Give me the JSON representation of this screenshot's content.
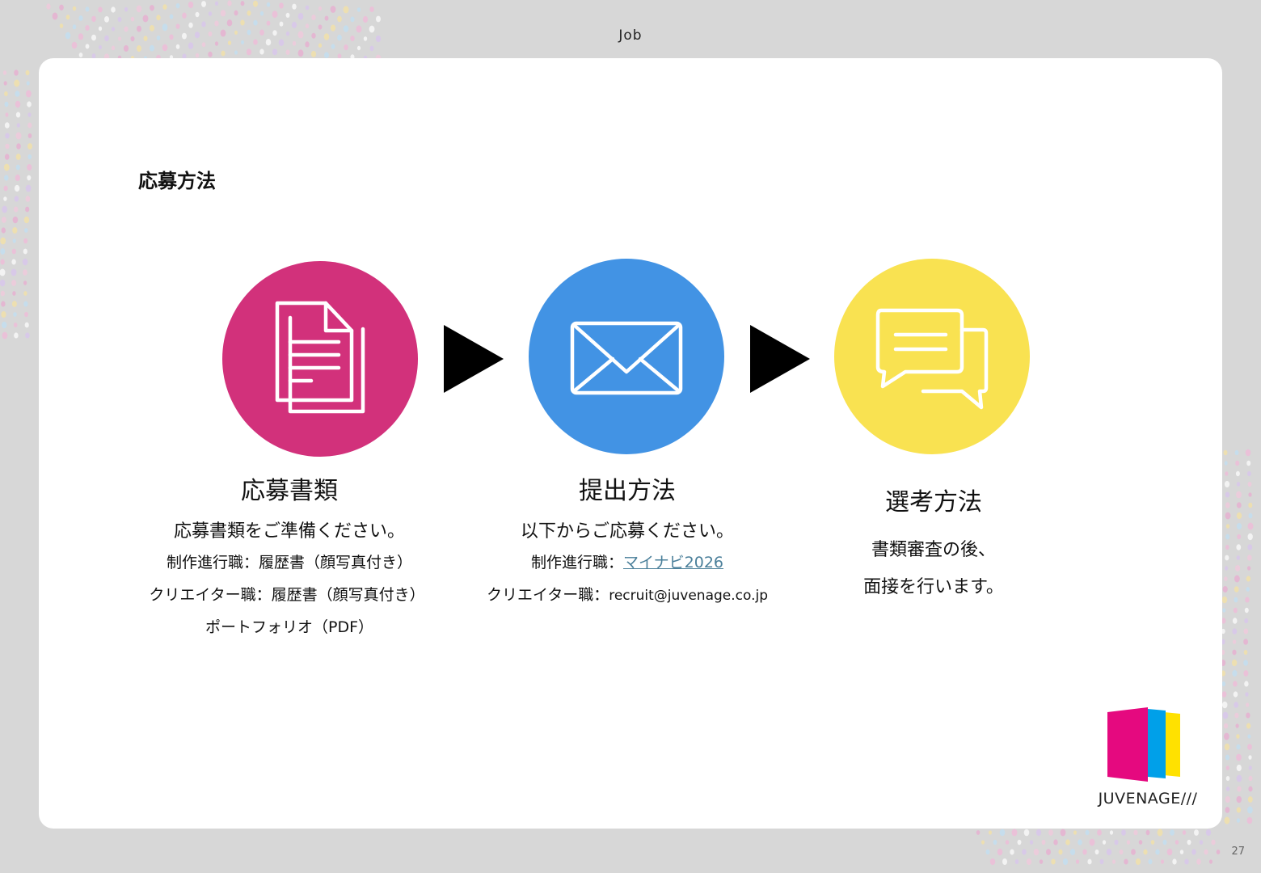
{
  "header": {
    "label": "Job"
  },
  "section": {
    "title": "応募方法"
  },
  "steps": [
    {
      "icon": "document-icon",
      "color": "#d2317b",
      "title": "応募書類",
      "lead": "応募書類をご準備ください。",
      "lines": [
        "制作進行職：履歴書（顔写真付き）",
        "クリエイター職：履歴書（顔写真付き）",
        "ポートフォリオ（PDF）"
      ]
    },
    {
      "icon": "envelope-icon",
      "color": "#4293e4",
      "title": "提出方法",
      "lead": "以下からご応募ください。",
      "lines": [
        {
          "prefix": "制作進行職：",
          "link": "マイナビ2026"
        },
        {
          "prefix": "クリエイター職：",
          "email": "recruit@juvenage.co.jp"
        }
      ]
    },
    {
      "icon": "chat-bubbles-icon",
      "color": "#f9e251",
      "title": "選考方法",
      "lines": [
        "書類審査の後、",
        "面接を行います。"
      ]
    }
  ],
  "logo": {
    "text": "JUVENAGE///",
    "colors": [
      "#e5097f",
      "#00a0e9",
      "#ffe100"
    ]
  },
  "page_number": "27"
}
